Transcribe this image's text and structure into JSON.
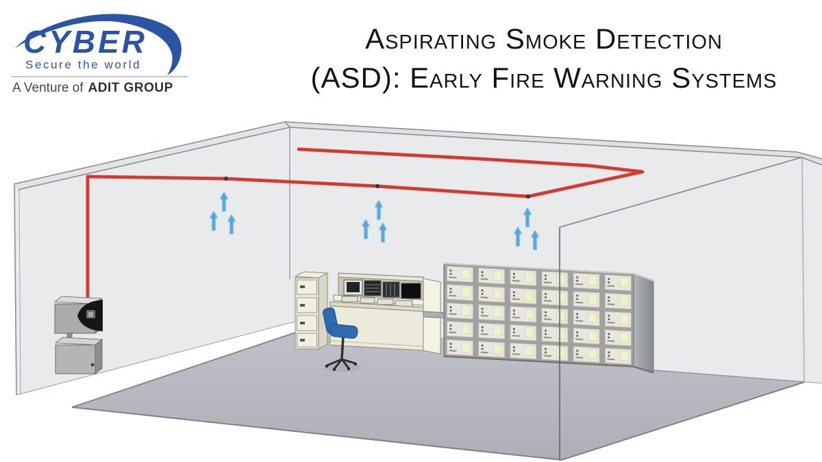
{
  "header": {
    "logo": {
      "brand": "CYBER",
      "tagline": "Secure the world",
      "venture_prefix": "A Venture of",
      "venture_name": "ADIT GROUP"
    },
    "title": {
      "line1": "Aspirating Smoke Detection",
      "line2": "(ASD): Early Fire Warning Systems"
    }
  },
  "colors": {
    "logo_blue": "#2b55a4",
    "title_black": "#121212",
    "pipe_red": "#d8423a",
    "arrow_blue": "#55a6da",
    "wall_gray": "#e9eaeb",
    "floor_gray": "#b4b5bc",
    "chair_blue": "#2e6cb0",
    "console_cream": "#eceadb",
    "rack_gray": "#9fa29f",
    "line_gray": "#8b8e91"
  },
  "illustration": {
    "sampling_points": 3,
    "airflow_arrow_clusters": 3,
    "elements": [
      "asd-detector-unit",
      "asd-control-box",
      "ceiling-pipe-loop",
      "airflow-arrows",
      "filing-cabinet",
      "control-console",
      "office-chair",
      "server-racks"
    ]
  }
}
